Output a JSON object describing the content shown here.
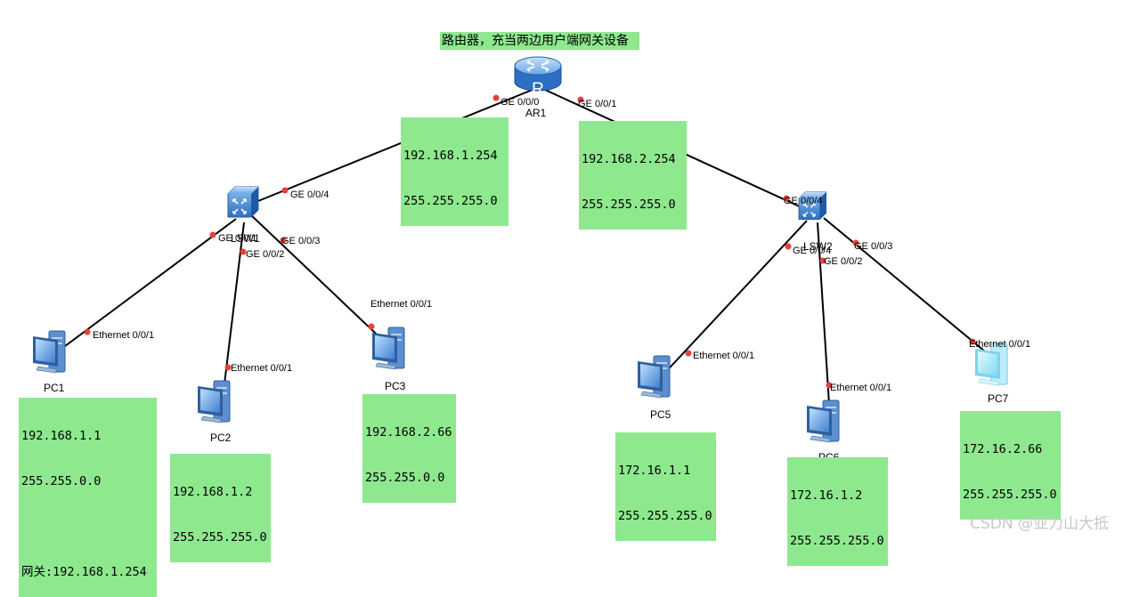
{
  "title_note": "路由器，充当两边用户端网关设备",
  "colors": {
    "note_bg": "#8ee88e",
    "link": "#000000",
    "port_dot": "#e8403a",
    "device_blue": "#3a7fd0",
    "pc7_cyan": "#9fe4f5"
  },
  "devices": {
    "ar1": {
      "name": "AR1",
      "icon": "router-icon"
    },
    "lsw1": {
      "name": "LSW1",
      "icon": "switch-icon"
    },
    "lsw2": {
      "name": "LSW2",
      "icon": "switch-icon"
    },
    "pc1": {
      "name": "PC1",
      "icon": "pc-icon"
    },
    "pc2": {
      "name": "PC2",
      "icon": "pc-icon"
    },
    "pc3": {
      "name": "PC3",
      "icon": "pc-icon"
    },
    "pc5": {
      "name": "PC5",
      "icon": "pc-icon"
    },
    "pc6": {
      "name": "PC6",
      "icon": "pc-icon"
    },
    "pc7": {
      "name": "PC7",
      "icon": "pc-icon"
    }
  },
  "ports": {
    "ar1_ge000": "GE 0/0/0",
    "ar1_ge001": "GE 0/0/1",
    "lsw1_ge004": "GE 0/0/4",
    "lsw1_ge001": "GE 0/0/1",
    "lsw1_ge002": "GE 0/0/2",
    "lsw1_ge003": "GE 0/0/3",
    "lsw2_ge004": "GE 0/0/4",
    "lsw2_ge0004": "GE 0/0/4",
    "lsw2_ge002": "GE 0/0/2",
    "lsw2_ge003": "GE 0/0/3",
    "pc1_eth": "Ethernet 0/0/1",
    "pc2_eth": "Ethernet 0/0/1",
    "pc3_eth": "Ethernet 0/0/1",
    "pc5_eth": "Ethernet 0/0/1",
    "pc6_eth": "Ethernet 0/0/1",
    "pc7_eth": "Ethernet 0/0/1"
  },
  "notes": {
    "ar1_left": [
      "192.168.1.254",
      "255.255.255.0"
    ],
    "ar1_right": [
      "192.168.2.254",
      "255.255.255.0"
    ],
    "pc1": [
      "192.168.1.1",
      "255.255.0.0",
      "",
      "网关:192.168.1.254"
    ],
    "pc2": [
      "192.168.1.2",
      "255.255.255.0"
    ],
    "pc3": [
      "192.168.2.66",
      "255.255.0.0"
    ],
    "pc5": [
      "172.16.1.1",
      "255.255.255.0"
    ],
    "pc6": [
      "172.16.1.2",
      "255.255.255.0"
    ],
    "pc7": [
      "172.16.2.66",
      "255.255.255.0"
    ]
  },
  "watermark": "CSDN @亚力山大抵"
}
